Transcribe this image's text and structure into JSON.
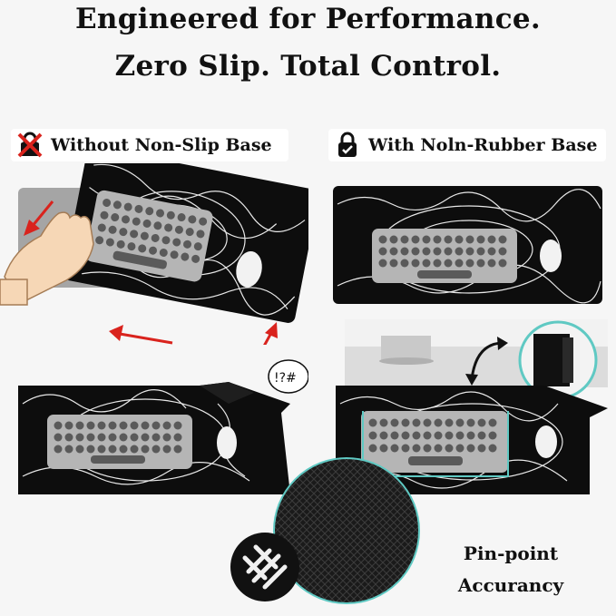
{
  "headline": {
    "line1": "Engineered for Performance.",
    "line2": "Zero Slip. Total Control."
  },
  "comparison": {
    "left_label": "Without Non-Slip Base",
    "right_label": "With Noln-Rubber Base",
    "left_icon": "crossed-lock-icon",
    "right_icon": "lock-icon"
  },
  "detail": {
    "line1": "Pin-point",
    "line2": "Accurancy"
  },
  "colors": {
    "mat": "#0d0d0d",
    "swirl": "#e8e8e8",
    "accent_teal": "#5fc9c3",
    "arrow_red": "#d9231d"
  }
}
